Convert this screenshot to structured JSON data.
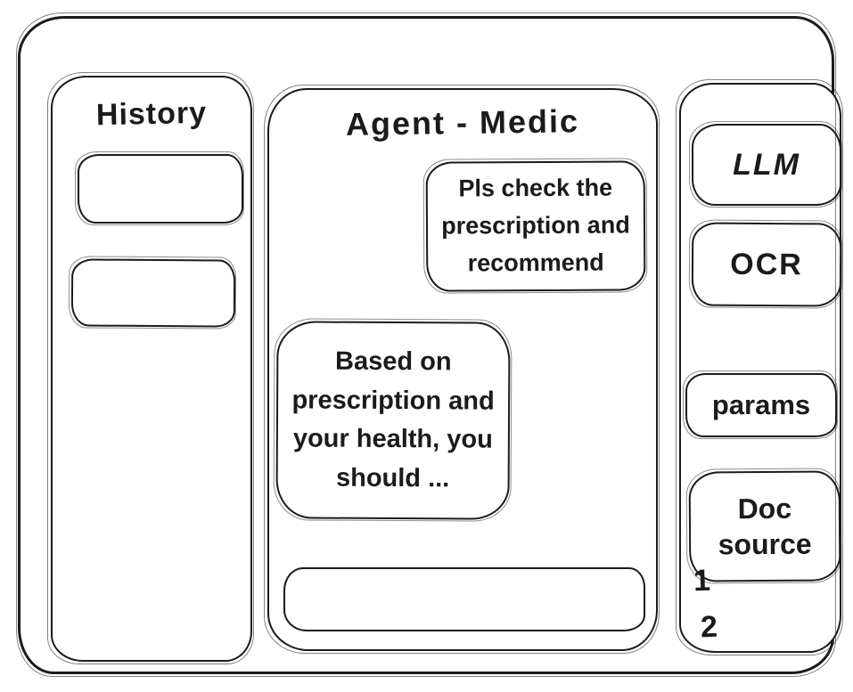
{
  "app": {
    "title": "Agent - Medic",
    "colors": {
      "stroke": "#1b1b1b",
      "background": "#ffffff"
    }
  },
  "sidebar": {
    "title": "History",
    "items": [
      "",
      ""
    ]
  },
  "chat": {
    "title": "Agent - Medic",
    "messages": [
      {
        "role": "user",
        "text": "Pls check the prescription and recommend"
      },
      {
        "role": "agent",
        "text": "Based on prescription and your health, you should ..."
      }
    ],
    "input": {
      "value": ""
    }
  },
  "tools": {
    "buttons": [
      {
        "label": "LLM"
      },
      {
        "label": "OCR"
      },
      {
        "label": "params"
      },
      {
        "label": "Doc source"
      }
    ],
    "doc_source_items": [
      "1",
      "2"
    ]
  }
}
